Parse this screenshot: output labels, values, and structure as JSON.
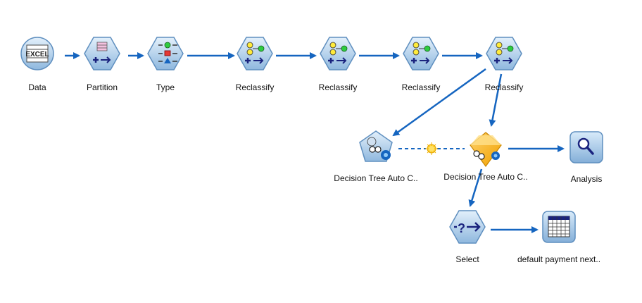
{
  "canvas": {
    "link_color": "#1565c0",
    "nodes": [
      {
        "id": "data",
        "label": "Data",
        "icon": "excel-source-icon"
      },
      {
        "id": "partition",
        "label": "Partition",
        "icon": "partition-icon"
      },
      {
        "id": "type",
        "label": "Type",
        "icon": "type-icon"
      },
      {
        "id": "reclassify1",
        "label": "Reclassify",
        "icon": "reclassify-icon"
      },
      {
        "id": "reclassify2",
        "label": "Reclassify",
        "icon": "reclassify-icon"
      },
      {
        "id": "reclassify3",
        "label": "Reclassify",
        "icon": "reclassify-icon"
      },
      {
        "id": "reclassify4",
        "label": "Reclassify",
        "icon": "reclassify-icon"
      },
      {
        "id": "dt_builder",
        "label": "Decision Tree Auto C..",
        "icon": "model-builder-icon"
      },
      {
        "id": "dt_nugget",
        "label": "Decision Tree Auto C..",
        "icon": "model-nugget-icon"
      },
      {
        "id": "analysis",
        "label": "Analysis",
        "icon": "analysis-icon"
      },
      {
        "id": "select",
        "label": "Select",
        "icon": "select-icon"
      },
      {
        "id": "table",
        "label": "default payment next..",
        "icon": "table-icon"
      }
    ]
  }
}
